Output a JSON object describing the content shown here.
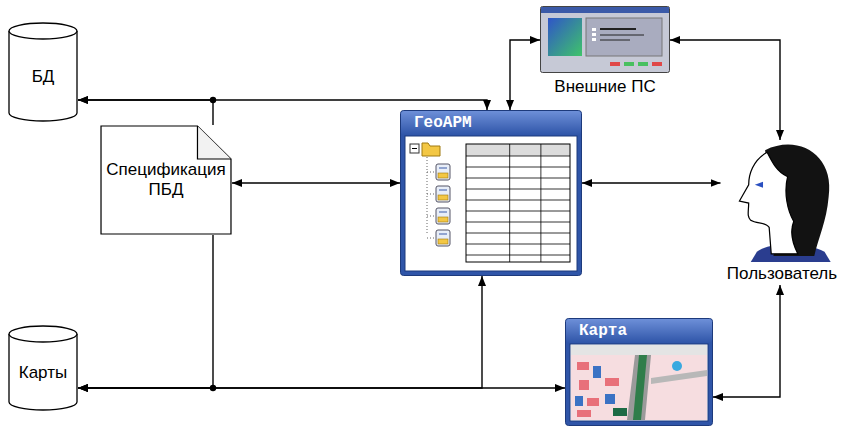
{
  "diagram": {
    "nodes": [
      {
        "text": [
          "БД"
        ]
      },
      {
        "text": [
          "Внешние ПС"
        ]
      },
      {
        "text": [
          "Спецификация ПБД"
        ]
      },
      {
        "text": [
          "ГеоАРМ"
        ]
      },
      {
        "text": [
          "Пользователь"
        ]
      },
      {
        "text": [
          "Карты"
        ]
      },
      {
        "text": [
          "Карта"
        ]
      }
    ],
    "edges": [
      {
        "from": 0,
        "to": 3,
        "arrow": "both"
      },
      {
        "from": 2,
        "to": 0,
        "arrow": "to"
      },
      {
        "from": 2,
        "to": 3,
        "arrow": "both"
      },
      {
        "from": 5,
        "to": 3,
        "arrow": "both"
      },
      {
        "from": 5,
        "to": 6,
        "arrow": "both"
      },
      {
        "from": 2,
        "to": 5,
        "arrow": "to"
      },
      {
        "from": 3,
        "to": 1,
        "arrow": "both"
      },
      {
        "from": 1,
        "to": 4,
        "arrow": "both"
      },
      {
        "from": 3,
        "to": 4,
        "arrow": "both"
      },
      {
        "from": 6,
        "to": 4,
        "arrow": "both"
      }
    ]
  }
}
